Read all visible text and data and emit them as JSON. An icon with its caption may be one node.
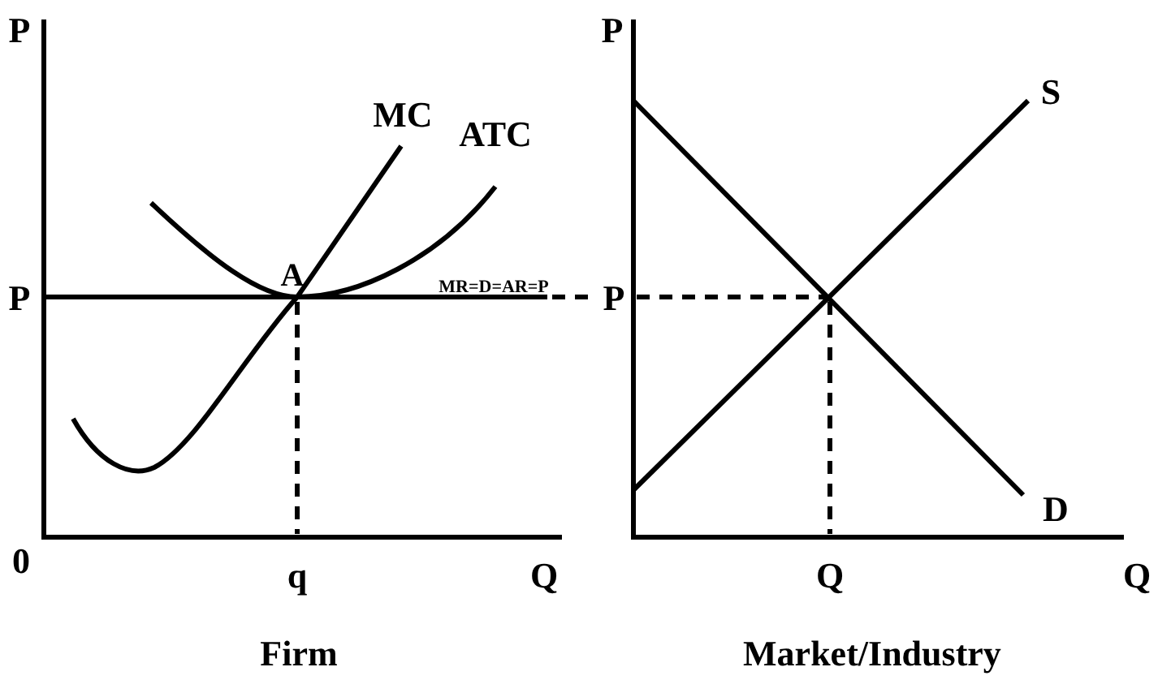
{
  "diagram": {
    "labels": [
      "P",
      "P",
      "S",
      "MC",
      "ATC",
      "A",
      "P",
      "MR=D=AR=P",
      "P",
      "D",
      "0",
      "q",
      "Q",
      "Q",
      "Q",
      "Firm",
      "Market/Industry"
    ]
  }
}
